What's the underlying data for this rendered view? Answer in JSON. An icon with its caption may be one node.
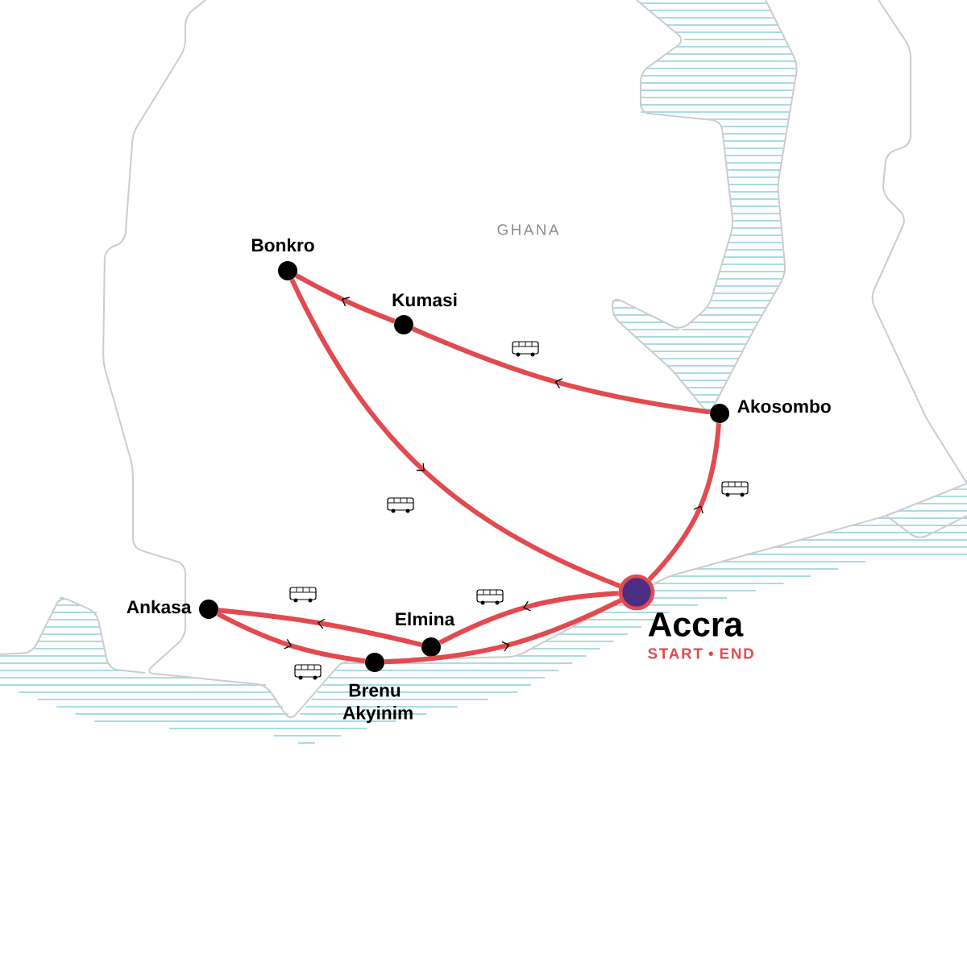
{
  "diagram": {
    "nodes": [
      {
        "text": [
          "Bonkro"
        ]
      },
      {
        "text": [
          "Kumasi"
        ]
      },
      {
        "text": [
          "Akosombo"
        ]
      },
      {
        "text": [
          "Accra",
          "START • END"
        ]
      },
      {
        "text": [
          "Ankasa"
        ]
      },
      {
        "text": [
          "Elmina"
        ]
      },
      {
        "text": [
          "Brenu Akyinim"
        ]
      }
    ],
    "edges": [
      {
        "from": 3,
        "to": 2,
        "arrow": "to"
      },
      {
        "from": 2,
        "to": 1,
        "arrow": "to"
      },
      {
        "from": 1,
        "to": 0,
        "arrow": "to"
      },
      {
        "from": 0,
        "to": 3,
        "arrow": "to"
      },
      {
        "from": 3,
        "to": 5,
        "arrow": "to"
      },
      {
        "from": 5,
        "to": 4,
        "arrow": "to"
      },
      {
        "from": 4,
        "to": 6,
        "arrow": "to"
      },
      {
        "from": 6,
        "to": 3,
        "arrow": "to"
      }
    ],
    "labels": [
      "GHANA"
    ]
  }
}
